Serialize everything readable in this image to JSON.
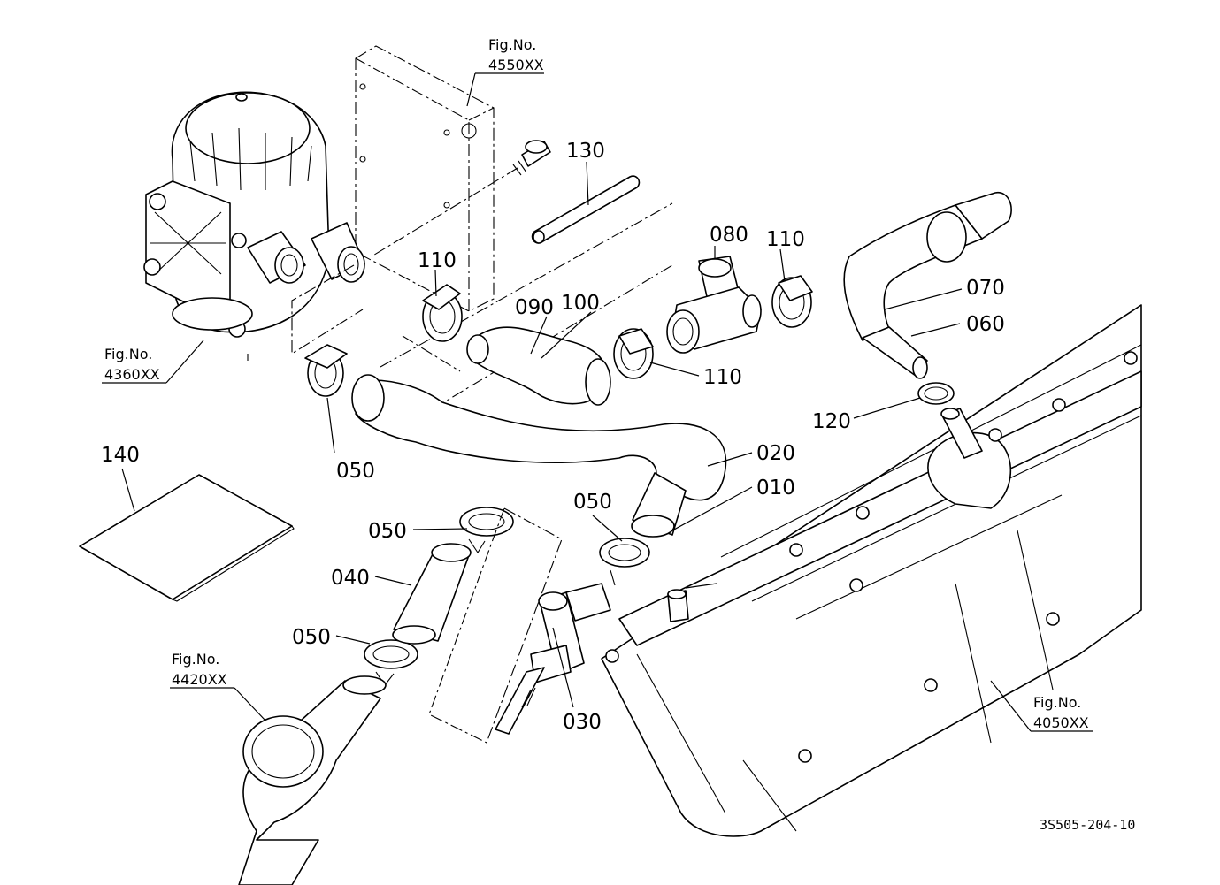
{
  "part_labels": {
    "p010": "010",
    "p020": "020",
    "p030": "030",
    "p040": "040",
    "p050a": "050",
    "p050b": "050",
    "p050c": "050",
    "p050d": "050",
    "p060": "060",
    "p070": "070",
    "p080": "080",
    "p090": "090",
    "p100": "100",
    "p110a": "110",
    "p110b": "110",
    "p110c": "110",
    "p120": "120",
    "p130": "130",
    "p140": "140"
  },
  "figure_refs": {
    "fig4550": {
      "label": "Fig.No.",
      "code": "4550XX"
    },
    "fig4360": {
      "label": "Fig.No.",
      "code": "4360XX"
    },
    "fig4420": {
      "label": "Fig.No.",
      "code": "4420XX"
    },
    "fig4050": {
      "label": "Fig.No.",
      "code": "4050XX"
    }
  },
  "drawing_code": "3S505-204-10"
}
